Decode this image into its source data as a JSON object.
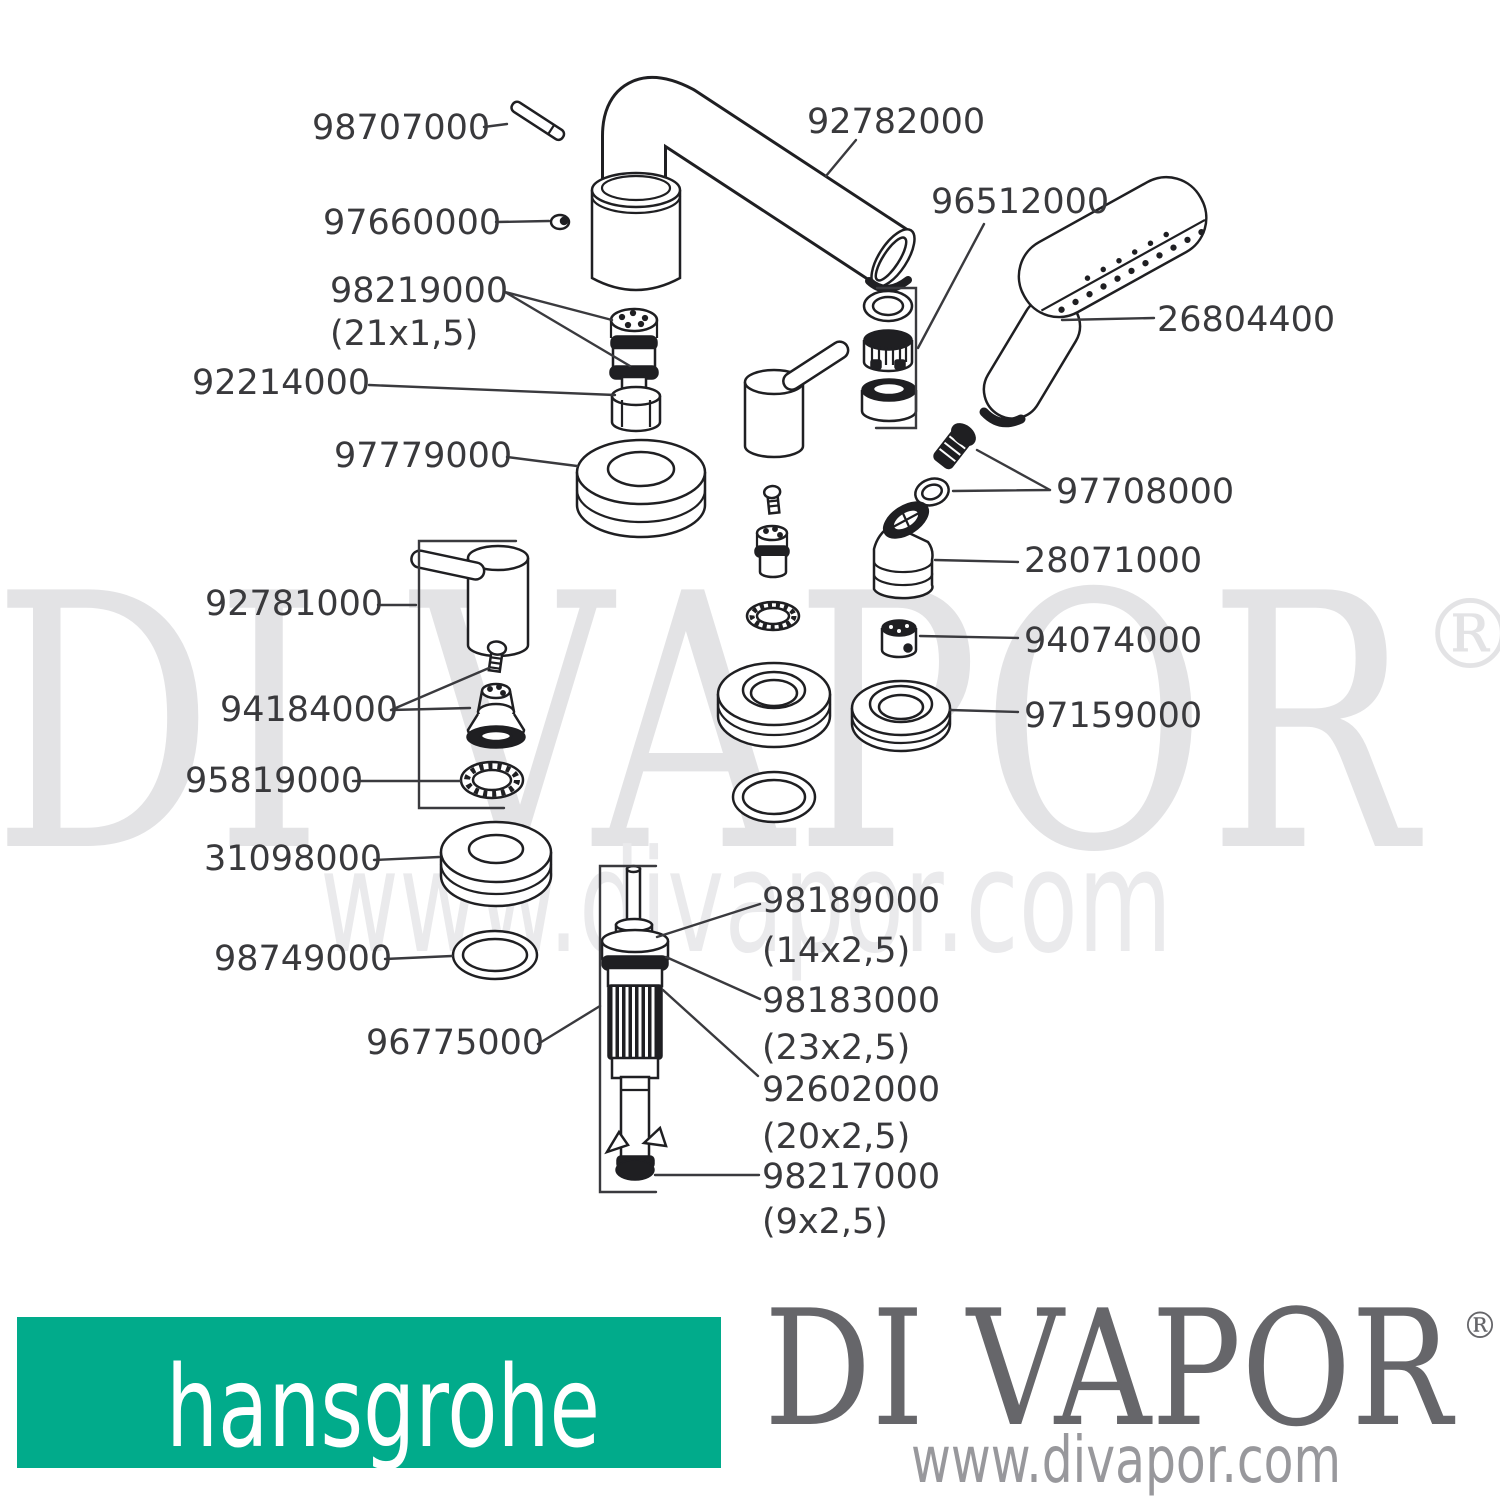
{
  "page": {
    "background": "#ffffff"
  },
  "watermark": {
    "brand": "DI VAPOR",
    "registered": "®",
    "url": "www.divapor.com"
  },
  "brand": {
    "hansgrohe_logo_text": "hansgrohe",
    "hansgrohe_green": "#01ab8b",
    "divapor_logo_text": "DI VAPOR",
    "divapor_registered": "®",
    "divapor_url": "www.divapor.com",
    "divapor_gray": "#66666a"
  },
  "diagram": {
    "line_color": "#1f1f22",
    "label_color": "#39393c",
    "labels": {
      "98707000": "98707000",
      "97660000": "97660000",
      "98219000": "98219000",
      "98219000_note": "(21x1,5)",
      "92214000": "92214000",
      "97779000": "97779000",
      "92781000": "92781000",
      "94184000": "94184000",
      "95819000": "95819000",
      "31098000": "31098000",
      "98749000": "98749000",
      "96775000": "96775000",
      "92782000": "92782000",
      "96512000": "96512000",
      "26804400": "26804400",
      "97708000": "97708000",
      "28071000": "28071000",
      "94074000": "94074000",
      "97159000": "97159000",
      "98189000": "98189000",
      "98189000_note": "(14x2,5)",
      "98183000": "98183000",
      "98183000_note": "(23x2,5)",
      "92602000": "92602000",
      "92602000_note": "(20x2,5)",
      "98217000": "98217000",
      "98217000_note": "(9x2,5)"
    }
  }
}
